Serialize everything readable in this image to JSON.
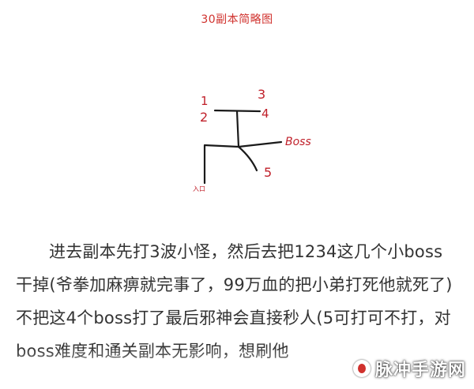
{
  "figure": {
    "title": "30副本简略图",
    "labels": {
      "one": "1",
      "two": "2",
      "three": "3",
      "four": "4",
      "five": "5",
      "boss": "Boss",
      "entrance": "入口"
    }
  },
  "article": {
    "paragraph": "进去副本先打3波小怪，然后去把1234这几个小boss干掉(爷拳加麻痹就完事了，99万血的把小弟打死他就死了)不把这4个boss打了最后邪神会直接秒人(5可打可不打，对boss难度和通关副本无影响，想刷他"
  },
  "watermark": {
    "text": "脉冲手游网"
  }
}
